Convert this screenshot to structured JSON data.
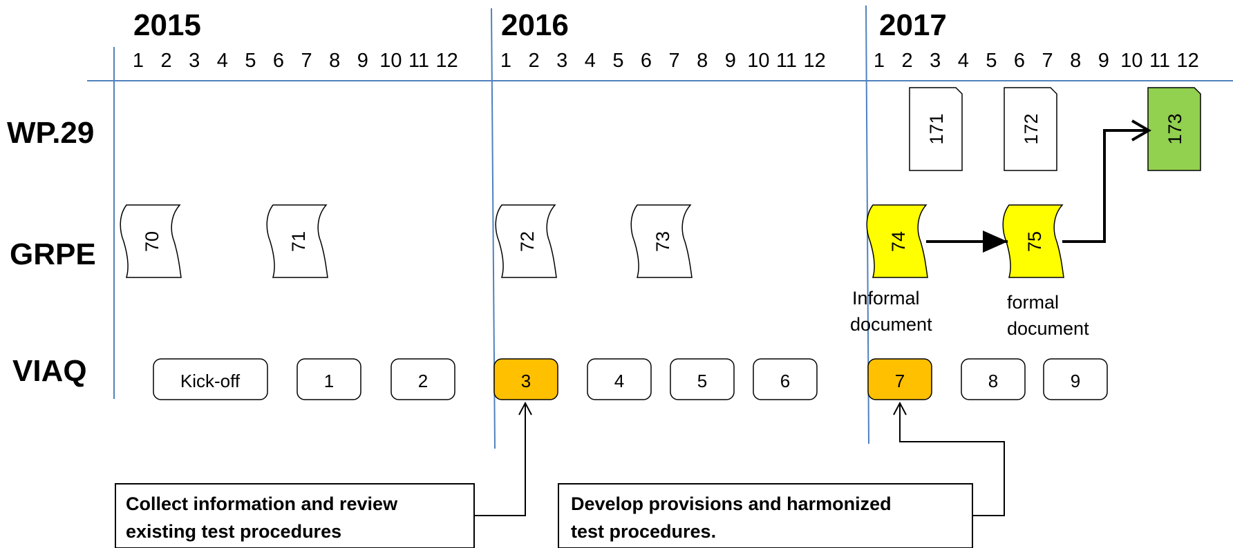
{
  "years": [
    "2015",
    "2016",
    "2017"
  ],
  "months": [
    "1",
    "2",
    "3",
    "4",
    "5",
    "6",
    "7",
    "8",
    "9",
    "10",
    "11",
    "12"
  ],
  "rows": {
    "wp29": "WP.29",
    "grpe": "GRPE",
    "viaq": "VIAQ"
  },
  "wp29_docs": [
    {
      "label": "171",
      "highlight": false
    },
    {
      "label": "172",
      "highlight": false
    },
    {
      "label": "173",
      "highlight": true,
      "color": "#92d050"
    }
  ],
  "grpe_sessions": [
    {
      "label": "70",
      "highlight": false
    },
    {
      "label": "71",
      "highlight": false
    },
    {
      "label": "72",
      "highlight": false
    },
    {
      "label": "73",
      "highlight": false
    },
    {
      "label": "74",
      "highlight": true,
      "color": "#ffff00"
    },
    {
      "label": "75",
      "highlight": true,
      "color": "#ffff00"
    }
  ],
  "grpe_notes": {
    "informal": [
      "Informal",
      "document"
    ],
    "formal": [
      "formal",
      "document"
    ]
  },
  "viaq_meetings": [
    {
      "label": "Kick-off",
      "highlight": false
    },
    {
      "label": "1",
      "highlight": false
    },
    {
      "label": "2",
      "highlight": false
    },
    {
      "label": "3",
      "highlight": true,
      "color": "#ffc000"
    },
    {
      "label": "4",
      "highlight": false
    },
    {
      "label": "5",
      "highlight": false
    },
    {
      "label": "6",
      "highlight": false
    },
    {
      "label": "7",
      "highlight": true,
      "color": "#ffc000"
    },
    {
      "label": "8",
      "highlight": false
    },
    {
      "label": "9",
      "highlight": false
    }
  ],
  "callouts": {
    "left": [
      "Collect information and review",
      "existing test procedures"
    ],
    "right": [
      "Develop provisions and harmonized",
      "test procedures."
    ]
  },
  "colors": {
    "axis_line": "#4f81bd",
    "green": "#92d050",
    "yellow": "#ffff00",
    "orange": "#ffc000"
  }
}
